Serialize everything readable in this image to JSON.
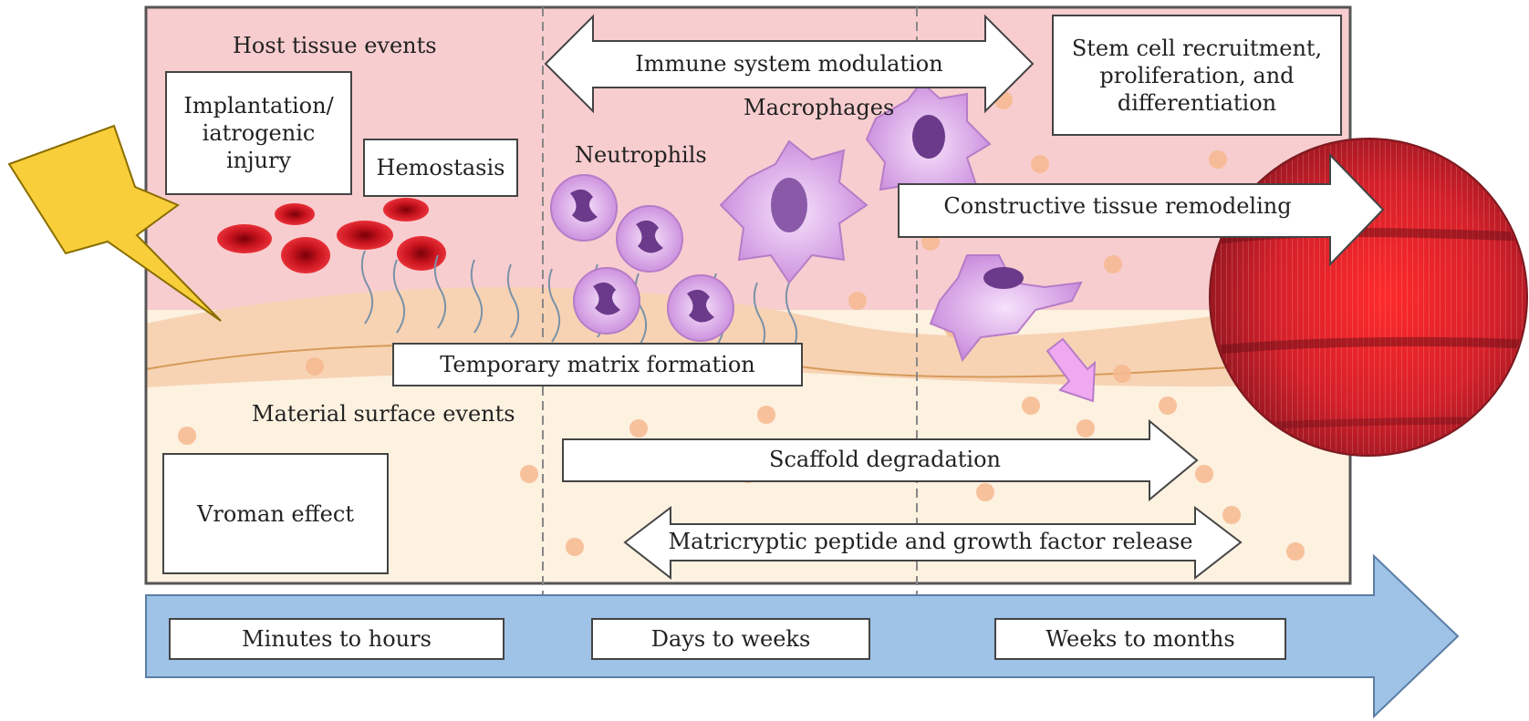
{
  "colors": {
    "host_bg": "#f8cdcf",
    "material_bg": "#fdf1e0",
    "tissue_band": "#f7d3b4",
    "timeline": "#9fc2e7",
    "rbc": "#c8141e",
    "cell_purple": "#d9a3e6",
    "nucleus": "#6b3a8a",
    "bolt": "#f8cf3a"
  },
  "labels": {
    "host_tissue_events": "Host tissue events",
    "material_surface_events": "Material surface events",
    "neutrophils": "Neutrophils",
    "macrophages": "Macrophages"
  },
  "boxes": {
    "implantation": "Implantation/\niatrogenic\ninjury",
    "hemostasis": "Hemostasis",
    "stem_cell": "Stem cell recruitment,\nproliferation, and\ndifferentiation",
    "temporary_matrix": "Temporary matrix formation",
    "vroman": "Vroman effect"
  },
  "arrows": {
    "immune": "Immune system modulation",
    "remodeling": "Constructive tissue remodeling",
    "scaffold": "Scaffold degradation",
    "matricryptic": "Matricryptic peptide and growth factor release"
  },
  "timeline": {
    "phases": [
      "Minutes to hours",
      "Days to weeks",
      "Weeks to months"
    ]
  },
  "icons": [
    "lightning-bolt-icon",
    "red-blood-cell-icon",
    "neutrophil-icon",
    "macrophage-icon",
    "muscle-tissue-icon"
  ]
}
